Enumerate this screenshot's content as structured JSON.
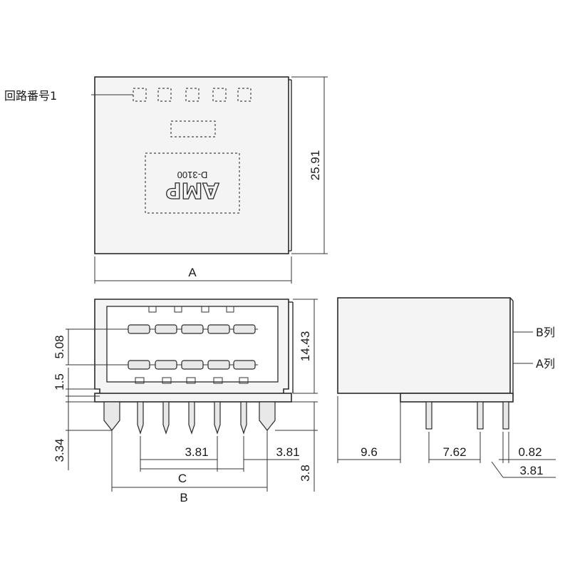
{
  "top_view": {
    "circuit_label": "回路番号1",
    "marking_part": "D-3100",
    "marking_brand": "AMP"
  },
  "dimensions": {
    "width_a": "A",
    "height_top": "25.91",
    "height_front": "14.43",
    "row_pitch": "5.08",
    "gap": "1.5",
    "pin_offset": "3.34",
    "pitch_left": "3.81",
    "pitch_right": "3.81",
    "width_c": "C",
    "width_b": "B",
    "pin_length": "3.8",
    "side_depth": "9.6",
    "side_pitch": "7.62",
    "pin_thickness": "0.82",
    "side_offset": "3.81"
  },
  "side_view": {
    "row_b": "B列",
    "row_a": "A列"
  }
}
